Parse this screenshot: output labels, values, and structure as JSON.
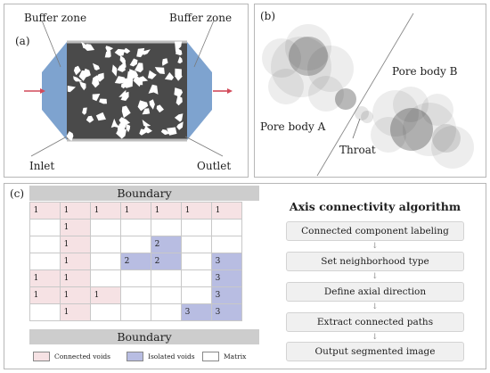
{
  "panel_a": {
    "label": "(a)",
    "buffer_left": "Buffer zone",
    "buffer_right": "Buffer zone",
    "inlet": "Inlet",
    "outlet": "Outlet"
  },
  "panel_b": {
    "label": "(b)",
    "pore_a": "Pore body A",
    "pore_b": "Pore body B",
    "throat": "Throat"
  },
  "panel_c": {
    "label": "(c)",
    "boundary_top": "Boundary",
    "boundary_bottom": "Boundary",
    "grid": [
      [
        {
          "t": "conn",
          "v": "1"
        },
        {
          "t": "conn",
          "v": "1"
        },
        {
          "t": "conn",
          "v": "1"
        },
        {
          "t": "conn",
          "v": "1"
        },
        {
          "t": "conn",
          "v": "1"
        },
        {
          "t": "conn",
          "v": "1"
        },
        {
          "t": "conn",
          "v": "1"
        }
      ],
      [
        {
          "t": "mat",
          "v": ""
        },
        {
          "t": "conn",
          "v": "1"
        },
        {
          "t": "mat",
          "v": ""
        },
        {
          "t": "mat",
          "v": ""
        },
        {
          "t": "mat",
          "v": ""
        },
        {
          "t": "mat",
          "v": ""
        },
        {
          "t": "mat",
          "v": ""
        }
      ],
      [
        {
          "t": "mat",
          "v": ""
        },
        {
          "t": "conn",
          "v": "1"
        },
        {
          "t": "mat",
          "v": ""
        },
        {
          "t": "mat",
          "v": ""
        },
        {
          "t": "iso",
          "v": "2"
        },
        {
          "t": "mat",
          "v": ""
        },
        {
          "t": "mat",
          "v": ""
        }
      ],
      [
        {
          "t": "mat",
          "v": ""
        },
        {
          "t": "conn",
          "v": "1"
        },
        {
          "t": "mat",
          "v": ""
        },
        {
          "t": "iso",
          "v": "2"
        },
        {
          "t": "iso",
          "v": "2"
        },
        {
          "t": "mat",
          "v": ""
        },
        {
          "t": "iso",
          "v": "3"
        }
      ],
      [
        {
          "t": "conn",
          "v": "1"
        },
        {
          "t": "conn",
          "v": "1"
        },
        {
          "t": "mat",
          "v": ""
        },
        {
          "t": "mat",
          "v": ""
        },
        {
          "t": "mat",
          "v": ""
        },
        {
          "t": "mat",
          "v": ""
        },
        {
          "t": "iso",
          "v": "3"
        }
      ],
      [
        {
          "t": "conn",
          "v": "1"
        },
        {
          "t": "conn",
          "v": "1"
        },
        {
          "t": "conn",
          "v": "1"
        },
        {
          "t": "mat",
          "v": ""
        },
        {
          "t": "mat",
          "v": ""
        },
        {
          "t": "mat",
          "v": ""
        },
        {
          "t": "iso",
          "v": "3"
        }
      ],
      [
        {
          "t": "mat",
          "v": ""
        },
        {
          "t": "conn",
          "v": "1"
        },
        {
          "t": "mat",
          "v": ""
        },
        {
          "t": "mat",
          "v": ""
        },
        {
          "t": "mat",
          "v": ""
        },
        {
          "t": "iso",
          "v": "3"
        },
        {
          "t": "iso",
          "v": "3"
        }
      ]
    ],
    "legend": {
      "connected": "Connected voids",
      "isolated": "Isolated voids",
      "matrix": "Matrix"
    },
    "algorithm": {
      "title": "Axis connectivity algorithm",
      "steps": [
        "Connected component labeling",
        "Set neighborhood type",
        "Define axial direction",
        "Extract connected paths",
        "Output segmented image"
      ],
      "arrow_glyph": "↓"
    }
  },
  "colors": {
    "connected": "#f6e2e4",
    "isolated": "#b8bde2",
    "matrix": "#ffffff",
    "sample": "#4a4a4a",
    "buffer": "#7ea3cf",
    "flow_arrow": "#d24a5a"
  }
}
